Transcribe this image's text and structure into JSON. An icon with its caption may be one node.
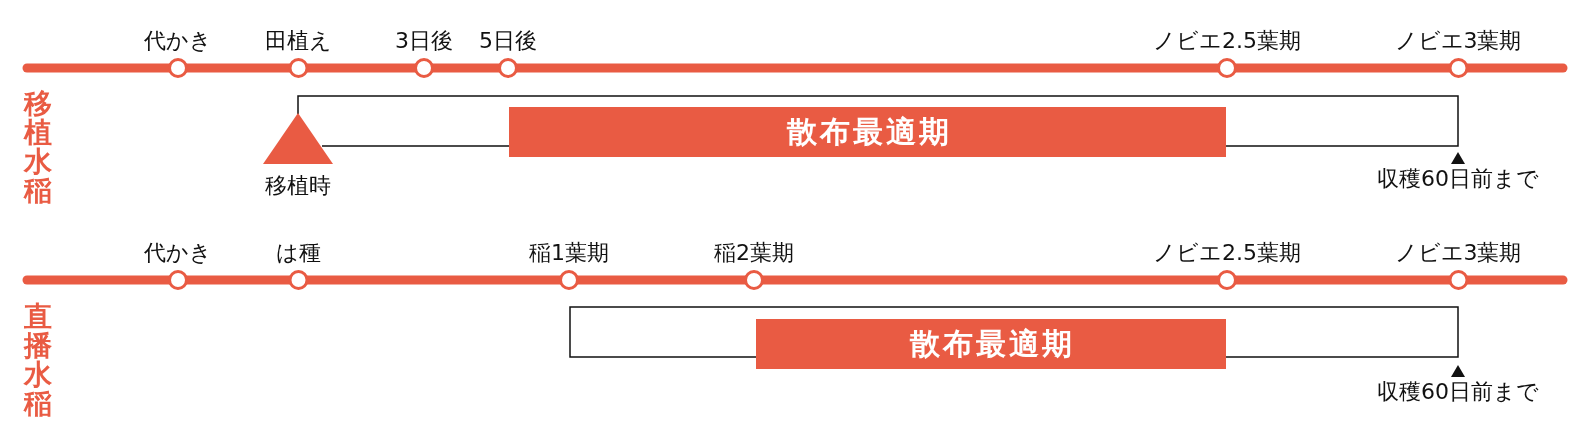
{
  "diagram": {
    "nodes": [
      {
        "text": [
          "代かき"
        ]
      },
      {
        "text": [
          "田植え"
        ]
      },
      {
        "text": [
          "3日後"
        ]
      },
      {
        "text": [
          "5日後"
        ]
      },
      {
        "text": [
          "ノビエ2.5葉期"
        ]
      },
      {
        "text": [
          "ノビエ3葉期"
        ]
      },
      {
        "text": [],
        "shape": "box"
      },
      {
        "text": [
          "移植時"
        ]
      },
      {
        "text": [
          "散布最適期"
        ]
      },
      {
        "text": [
          "収穫60日前まで"
        ]
      },
      {
        "text": [
          "代かき"
        ]
      },
      {
        "text": [
          "は種"
        ]
      },
      {
        "text": [
          "稲1葉期"
        ]
      },
      {
        "text": [
          "稲2葉期"
        ]
      },
      {
        "text": [
          "ノビエ2.5葉期"
        ]
      },
      {
        "text": [
          "ノビエ3葉期"
        ]
      },
      {
        "text": [],
        "shape": "box"
      },
      {
        "text": [
          "散布最適期"
        ]
      },
      {
        "text": [
          "収穫60日前まで"
        ]
      }
    ],
    "labels": [
      "移植水稲",
      "直播水稲"
    ]
  }
}
